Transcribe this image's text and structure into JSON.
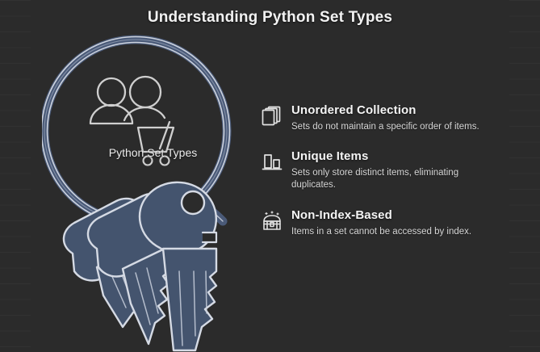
{
  "page": {
    "title": "Understanding Python Set Types",
    "background_color": "#2b2b2b"
  },
  "illustration": {
    "center_label": "Python Set Types",
    "ring_color": "#4a5a78",
    "ring_highlight_color": "#c8cedb",
    "key_fill_color": "#44546e",
    "key_outline_color": "#d5dae4",
    "center_icon": "people-cart-icon",
    "keys_icon": "key-bundle-icon"
  },
  "features": [
    {
      "icon": "documents-stack-icon",
      "title": "Unordered Collection",
      "description": "Sets do not maintain a specific order of items."
    },
    {
      "icon": "bar-chart-icon",
      "title": "Unique Items",
      "description": "Sets only store distinct items, eliminating duplicates."
    },
    {
      "icon": "treasure-chest-icon",
      "title": "Non-Index-Based",
      "description": "Items in a set cannot be accessed by index."
    }
  ]
}
